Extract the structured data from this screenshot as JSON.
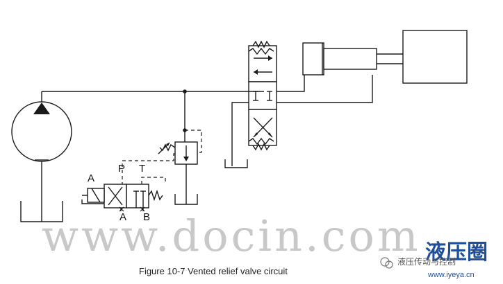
{
  "figure": {
    "caption": "Figure 10-7    Vented relief valve circuit"
  },
  "labels": {
    "pilot_port_a_left": "A",
    "port_p": "P",
    "port_t": "T",
    "port_a_bottom": "A",
    "port_b_bottom": "B"
  },
  "watermark": {
    "text": "www.docin.com"
  },
  "brand": {
    "logo_text": "液压圈",
    "url": "www.iyeya.cn",
    "wechat_text": "液压传动与控制",
    "color": "#1f4f9a"
  },
  "components": [
    {
      "name": "pump",
      "symbol": "hydraulic-pump"
    },
    {
      "name": "directional-valve",
      "symbol": "3-position-4-way"
    },
    {
      "name": "cylinder",
      "symbol": "double-acting-cylinder"
    },
    {
      "name": "relief-valve",
      "symbol": "vented-relief-valve"
    },
    {
      "name": "vent-valve",
      "symbol": "2-position-solenoid-valve"
    }
  ]
}
